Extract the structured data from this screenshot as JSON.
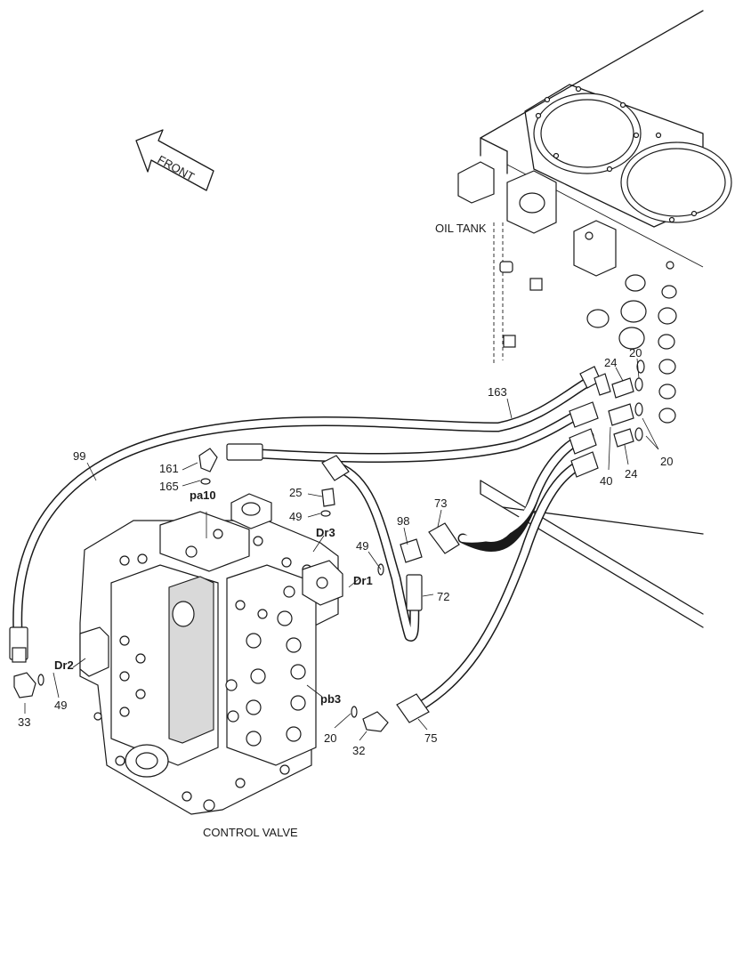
{
  "titles": {
    "oil_tank": "OIL TANK",
    "control_valve": "CONTROL VALVE",
    "front": "FRONT"
  },
  "callouts": {
    "n20a": "20",
    "n24a": "24",
    "n163": "163",
    "n99": "99",
    "n161": "161",
    "n165": "165",
    "n25": "25",
    "n49a": "49",
    "n98": "98",
    "n73": "73",
    "n49b": "49",
    "n72": "72",
    "n20b": "20",
    "n40": "40",
    "n24b": "24",
    "n49c": "49",
    "n33": "33",
    "n20c": "20",
    "n32": "32",
    "n75": "75"
  },
  "ports": {
    "pa10": "pa10",
    "dr3": "Dr3",
    "dr1": "Dr1",
    "dr2": "Dr2",
    "pb3": "pb3"
  }
}
